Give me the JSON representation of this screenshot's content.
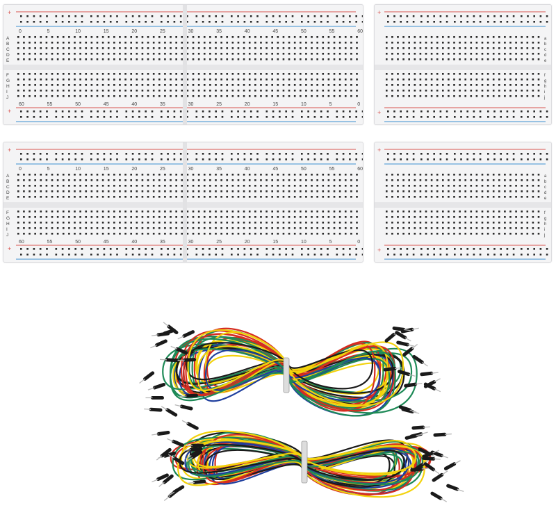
{
  "boards": {
    "large": {
      "top_numbers": [
        "0",
        "5",
        "10",
        "15",
        "20",
        "25",
        "30",
        "35",
        "40",
        "45",
        "50",
        "55",
        "60"
      ],
      "bottom_numbers": [
        "60",
        "55",
        "50",
        "45",
        "40",
        "35",
        "30",
        "25",
        "20",
        "15",
        "10",
        "5",
        "0"
      ],
      "row_letters_top": [
        "A",
        "B",
        "C",
        "D",
        "E"
      ],
      "row_letters_bottom": [
        "F",
        "G",
        "H",
        "I",
        "J"
      ],
      "plus_sign": "+",
      "minus_sign": "-"
    },
    "small": {
      "row_letters_top": [
        "a",
        "b",
        "c",
        "d",
        "e"
      ],
      "row_letters_bottom": [
        "f",
        "g",
        "h",
        "i",
        "j"
      ],
      "plus_sign": "+"
    }
  },
  "colors": {
    "board": "#f4f4f5",
    "rail_red": "#d9534f",
    "rail_blue": "#3d8fd1",
    "hole": "#2b2b2b",
    "wire_red": "#d62d20",
    "wire_yellow": "#f2d20c",
    "wire_blue": "#1f3f9e",
    "wire_green": "#1e8a57",
    "wire_black": "#1a1a1a",
    "pin": "#b7b7b7"
  },
  "wires": {
    "description_icon": "jumper-wire-bundle-icon"
  }
}
